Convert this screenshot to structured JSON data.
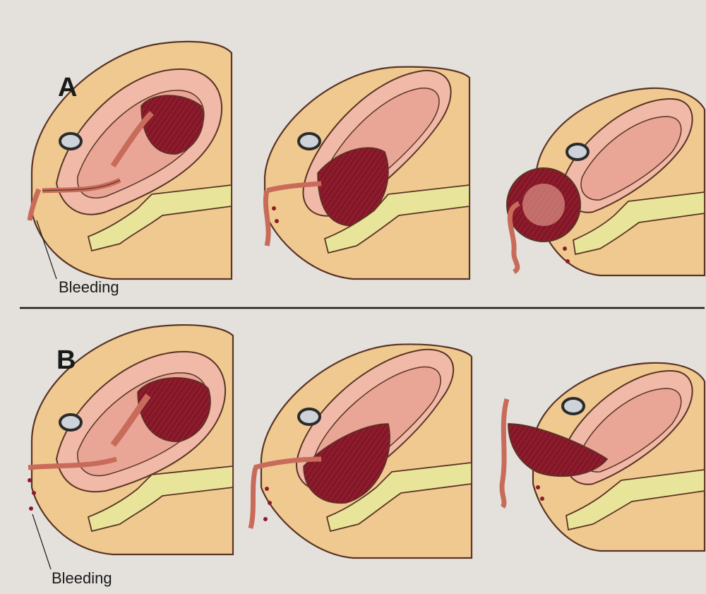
{
  "figure": {
    "panels": [
      {
        "letter": "A",
        "label": "Bleeding"
      },
      {
        "letter": "B",
        "label": "Bleeding"
      }
    ],
    "colors": {
      "background": "#e4e1dd",
      "body_tissue": "#efc98f",
      "uterus_outer": "#f0b9a8",
      "uterus_inner": "#e9a696",
      "blood": "#8e1b2c",
      "blood_light": "#c96b5a",
      "spine": "#e8e59b",
      "outline": "#5a3424",
      "divider": "#1a1a1a"
    }
  }
}
